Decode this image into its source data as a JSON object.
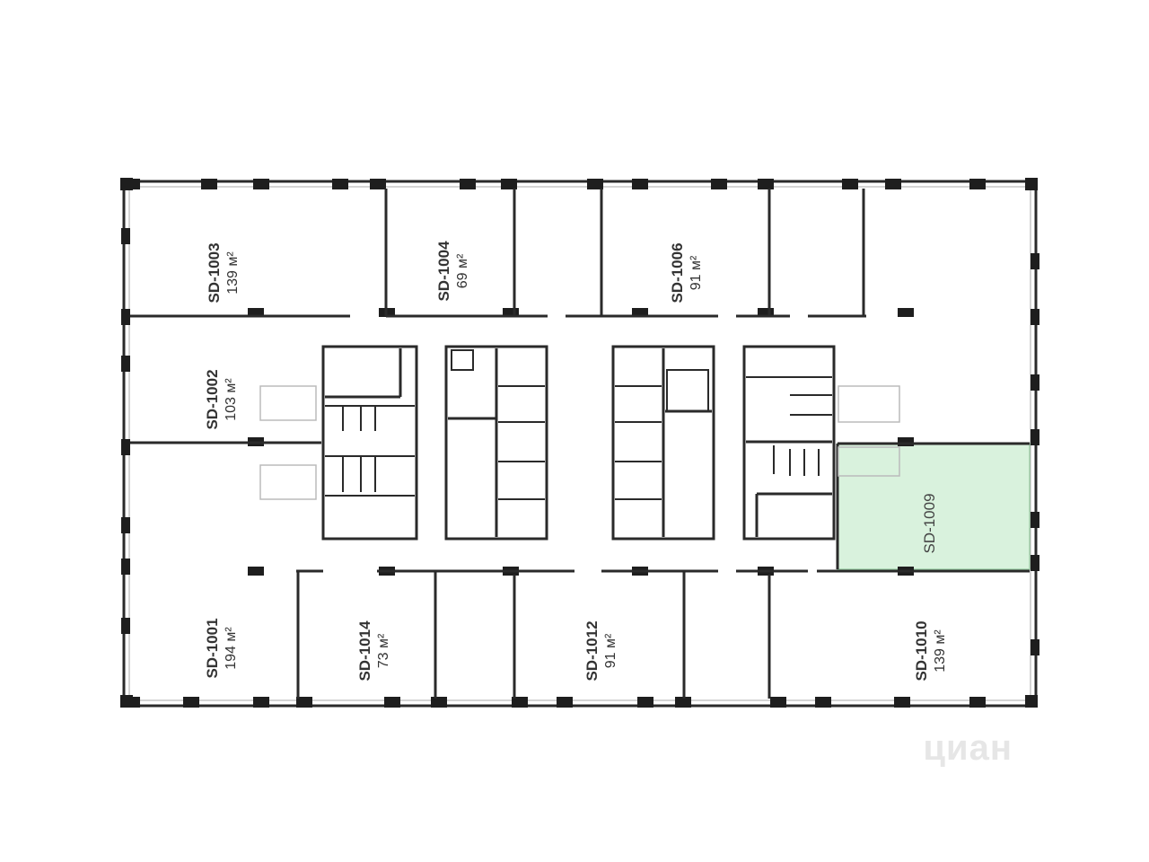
{
  "plan": {
    "wall_color": "#2a2a2a",
    "highlight_color": "#d9f2dd",
    "highlight_stroke": "#9fd3a8",
    "watermark": "циан",
    "units": [
      {
        "id": "u1003",
        "code": "SD-1003",
        "area": "139 м²"
      },
      {
        "id": "u1004",
        "code": "SD-1004",
        "area": "69 м²"
      },
      {
        "id": "u1006",
        "code": "SD-1006",
        "area": "91 м²"
      },
      {
        "id": "u1002",
        "code": "SD-1002",
        "area": "103 м²"
      },
      {
        "id": "u1001",
        "code": "SD-1001",
        "area": "194 м²"
      },
      {
        "id": "u1014",
        "code": "SD-1014",
        "area": "73 м²"
      },
      {
        "id": "u1012",
        "code": "SD-1012",
        "area": "91 м²"
      },
      {
        "id": "u1010",
        "code": "SD-1010",
        "area": "139 м²"
      },
      {
        "id": "u1009",
        "code": "SD-1009",
        "area": "",
        "selected": true
      }
    ]
  }
}
